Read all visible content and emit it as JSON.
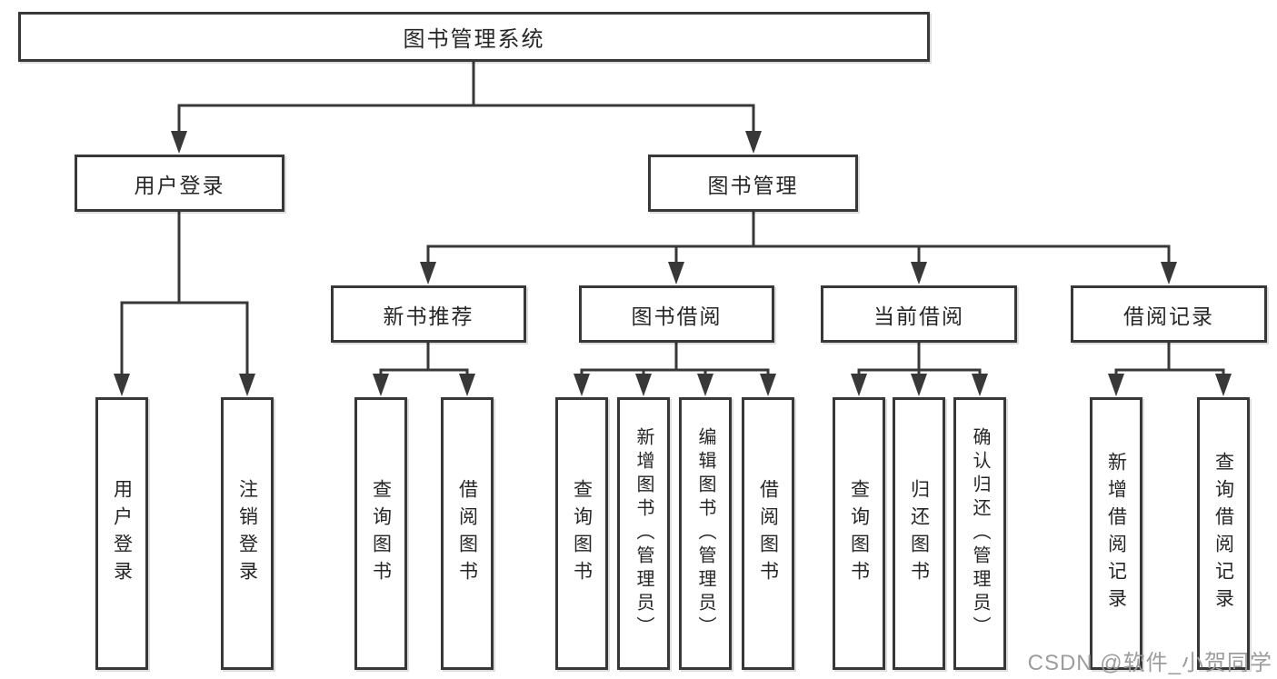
{
  "tree": {
    "root": {
      "label": "图书管理系统",
      "children": [
        {
          "label": "用户登录",
          "children": [
            {
              "label": "用户登录"
            },
            {
              "label": "注销登录"
            }
          ]
        },
        {
          "label": "图书管理",
          "children": [
            {
              "label": "新书推荐",
              "children": [
                {
                  "label": "查询图书"
                },
                {
                  "label": "借阅图书"
                }
              ]
            },
            {
              "label": "图书借阅",
              "children": [
                {
                  "label": "查询图书"
                },
                {
                  "label": "新增图书（管理员）"
                },
                {
                  "label": "编辑图书（管理员）"
                },
                {
                  "label": "借阅图书"
                }
              ]
            },
            {
              "label": "当前借阅",
              "children": [
                {
                  "label": "查询图书"
                },
                {
                  "label": "归还图书"
                },
                {
                  "label": "确认归还（管理员）"
                }
              ]
            },
            {
              "label": "借阅记录",
              "children": [
                {
                  "label": "新增借阅记录"
                },
                {
                  "label": "查询借阅记录"
                }
              ]
            }
          ]
        }
      ]
    }
  },
  "watermark": {
    "text": "CSDN @软件_小贺同学"
  },
  "colors": {
    "line": "#383838",
    "text": "#262626",
    "box-bg": "#ffffff",
    "background": "#ffffff",
    "watermark": "#9c9c9c"
  }
}
